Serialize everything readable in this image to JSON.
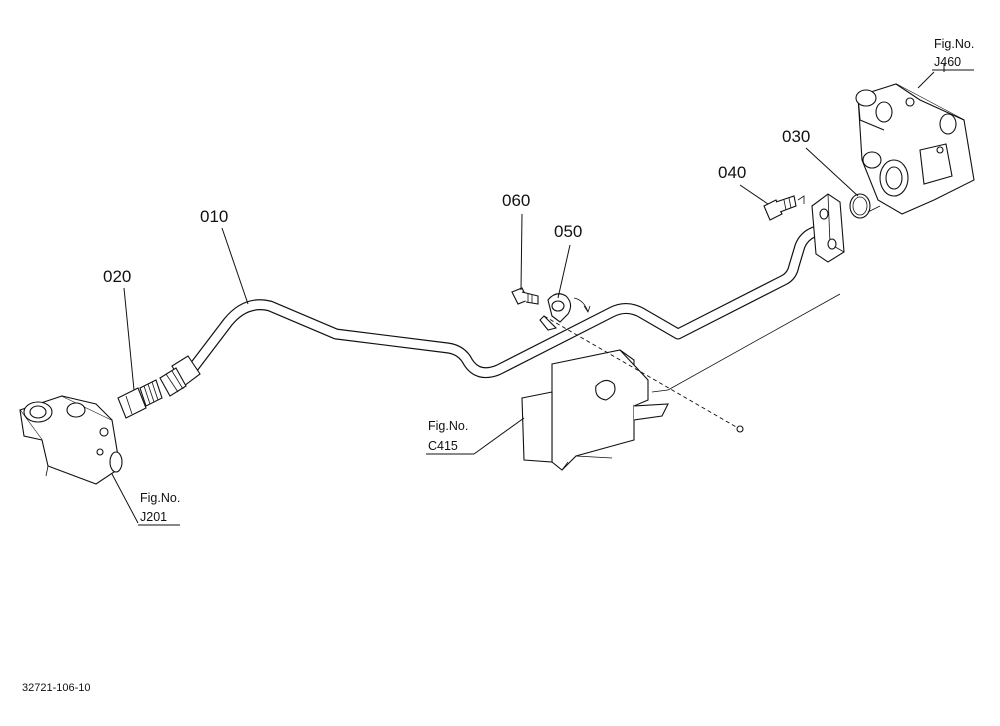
{
  "callouts": {
    "p010": "010",
    "p020": "020",
    "p030": "030",
    "p040": "040",
    "p050": "050",
    "p060": "060"
  },
  "fig_refs": {
    "j460": {
      "prefix": "Fig.No.",
      "code": "J460"
    },
    "c415": {
      "prefix": "Fig.No.",
      "code": "C415"
    },
    "j201": {
      "prefix": "Fig.No.",
      "code": "J201"
    }
  },
  "drawing_code": "32721-106-10"
}
